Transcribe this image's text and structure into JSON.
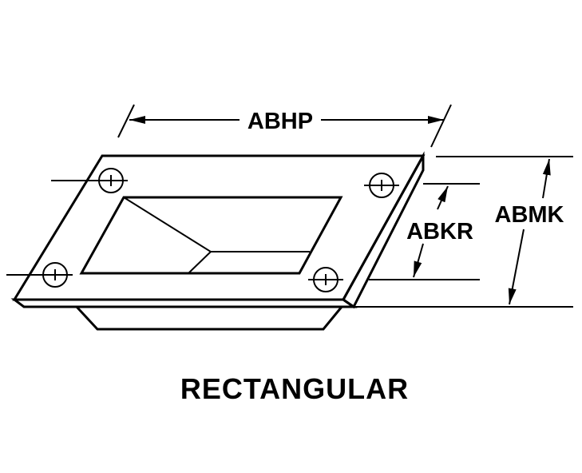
{
  "diagram": {
    "dimensions": {
      "width_label": "ABHP",
      "inner_height_label": "ABKR",
      "overall_height_label": "ABMK"
    },
    "caption": "RECTANGULAR"
  }
}
